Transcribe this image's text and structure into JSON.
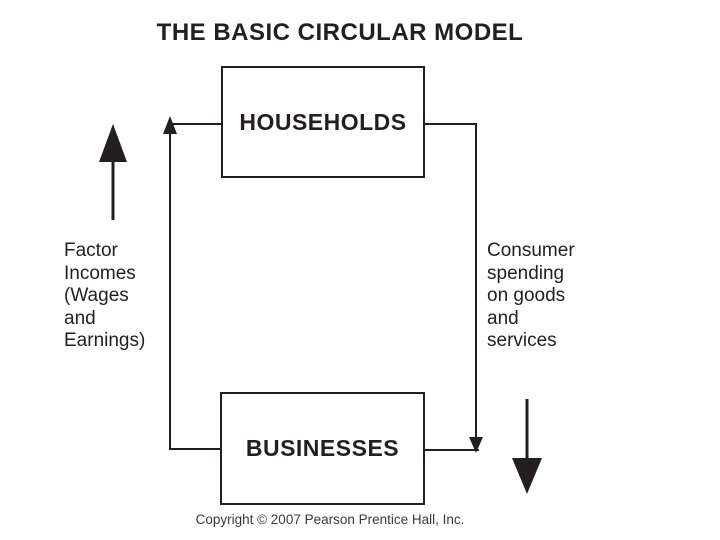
{
  "title": "THE BASIC CIRCULAR MODEL",
  "colors": {
    "ink": "#231f20",
    "background": "#ffffff",
    "copyright_text": "#3a3a3a"
  },
  "diagram": {
    "type": "circular-flow",
    "nodes": [
      {
        "id": "households",
        "label": "HOUSEHOLDS"
      },
      {
        "id": "businesses",
        "label": "BUSINESSES"
      }
    ],
    "flows": [
      {
        "id": "factor-incomes",
        "from": "businesses",
        "to": "households",
        "direction": "up",
        "label": "Factor\nIncomes\n(Wages\nand\nEarnings)"
      },
      {
        "id": "consumer-spending",
        "from": "households",
        "to": "businesses",
        "direction": "down",
        "label": "Consumer\nspending\non goods\nand\nservices"
      }
    ]
  },
  "footer": {
    "copyright": "Copyright © 2007 Pearson Prentice Hall, Inc."
  }
}
